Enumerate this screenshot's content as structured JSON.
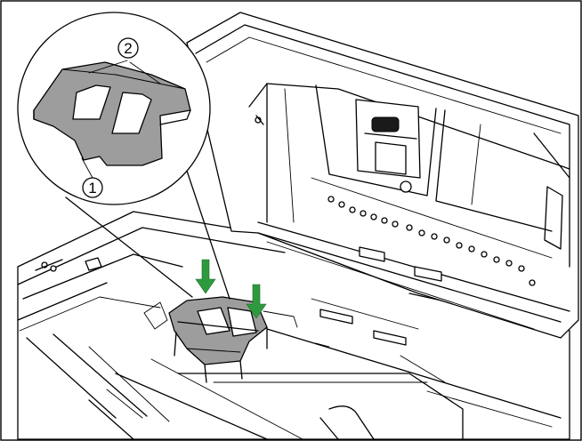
{
  "figure": {
    "callouts": [
      {
        "label": "1",
        "target": "paper-guide-tab"
      },
      {
        "label": "2",
        "target": "paper-guide-edge"
      }
    ],
    "arrow_color": "#2e9a3e",
    "part_color": "#9d9d9d"
  }
}
